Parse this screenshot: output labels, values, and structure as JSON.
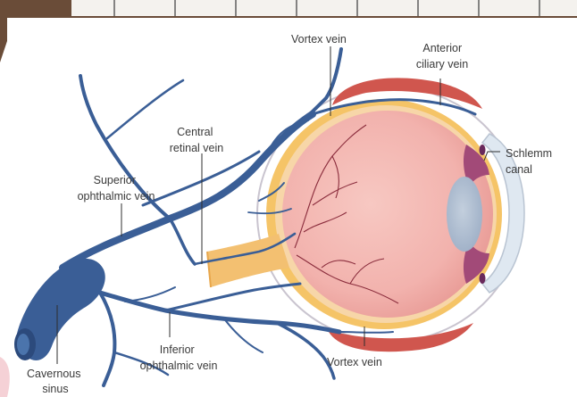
{
  "labels": {
    "vortex_vein_top": "Vortex vein",
    "anterior_ciliary_vein": [
      "Anterior",
      "ciliary vein"
    ],
    "schlemm_canal": [
      "Schlemm",
      "canal"
    ],
    "central_retinal_vein": [
      "Central",
      "retinal vein"
    ],
    "superior_ophthalmic_vein": [
      "Superior",
      "ophthalmic vein"
    ],
    "inferior_ophthalmic_vein": [
      "Inferior",
      "ophthalmic vein"
    ],
    "vortex_vein_bottom": "Vortex vein",
    "cavernous_sinus": [
      "Cavernous",
      "sinus"
    ]
  },
  "colors": {
    "vein": "#3a5e96",
    "vein_dark": "#2c4a7c",
    "eyeball": "#f2b2ad",
    "retina_band": "#f5c467",
    "optic_nerve": "#f3c071",
    "muscle": "#d0564e",
    "iris": "#a24a78",
    "lens": "#9fb0c7",
    "cornea": "#dfe8f1",
    "background_top": "#6a4c38",
    "grid_band": "#f4f2ee"
  }
}
